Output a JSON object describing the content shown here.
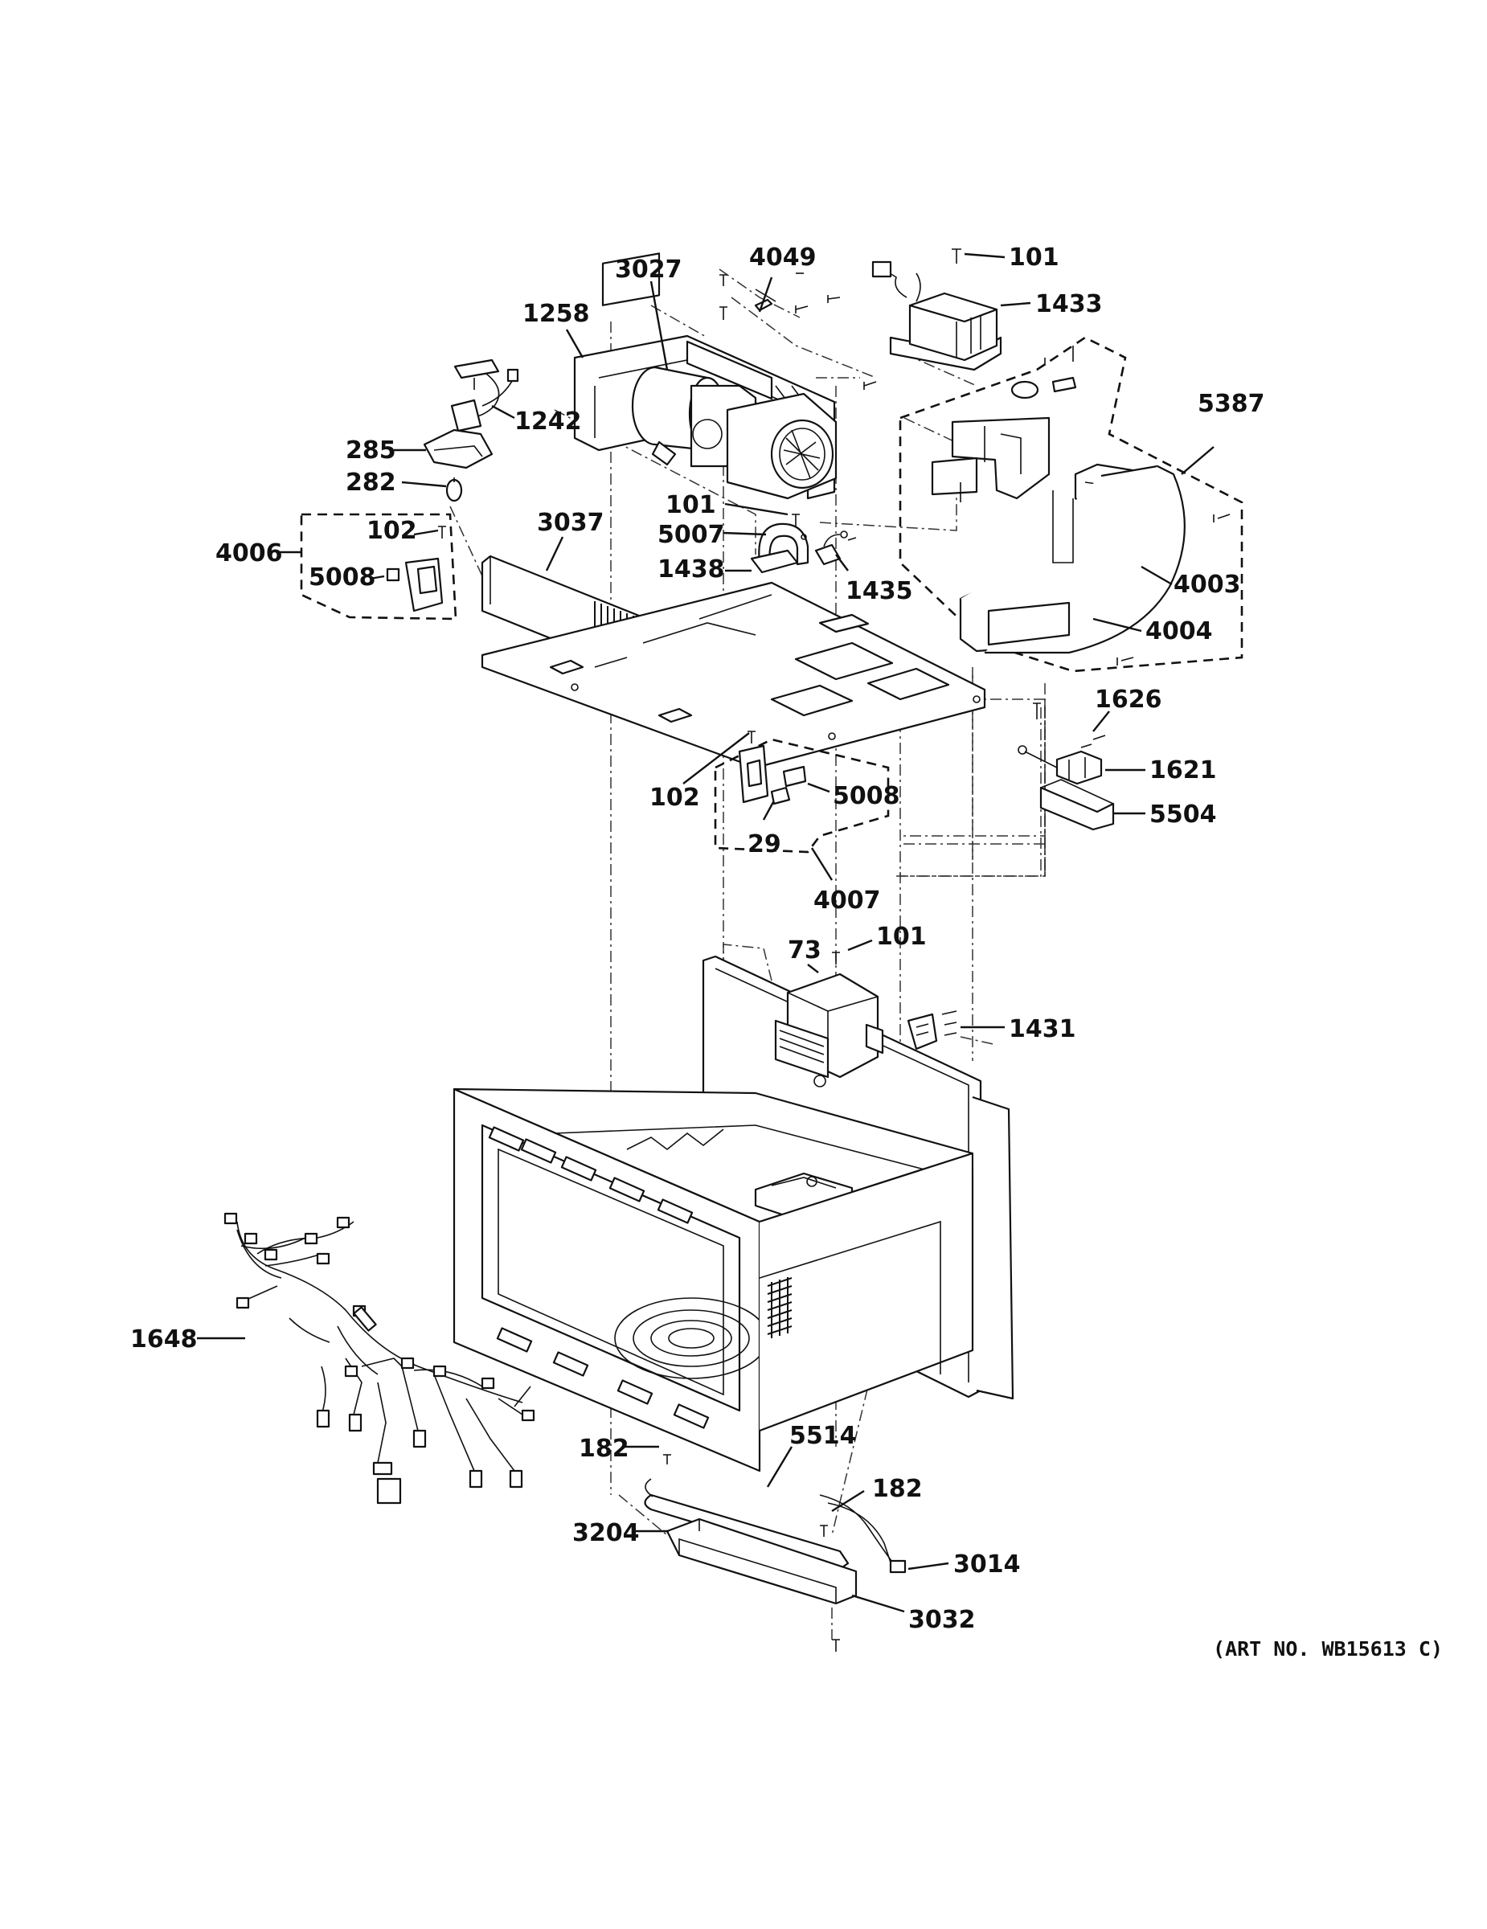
{
  "art_number": "(ART NO. WB15613 C)",
  "callouts": [
    {
      "id": "c101a",
      "text": "101"
    },
    {
      "id": "c1433",
      "text": "1433"
    },
    {
      "id": "c4049",
      "text": "4049"
    },
    {
      "id": "c3027",
      "text": "3027"
    },
    {
      "id": "c1258",
      "text": "1258"
    },
    {
      "id": "c5387",
      "text": "5387"
    },
    {
      "id": "c1242",
      "text": "1242"
    },
    {
      "id": "c285",
      "text": "285"
    },
    {
      "id": "c282",
      "text": "282"
    },
    {
      "id": "c101b",
      "text": "101"
    },
    {
      "id": "c102a",
      "text": "102"
    },
    {
      "id": "c3037",
      "text": "3037"
    },
    {
      "id": "c5007",
      "text": "5007"
    },
    {
      "id": "c4006",
      "text": "4006"
    },
    {
      "id": "c5008a",
      "text": "5008"
    },
    {
      "id": "c1438",
      "text": "1438"
    },
    {
      "id": "c1435",
      "text": "1435"
    },
    {
      "id": "c4003",
      "text": "4003"
    },
    {
      "id": "c4004",
      "text": "4004"
    },
    {
      "id": "c1626",
      "text": "1626"
    },
    {
      "id": "c1621",
      "text": "1621"
    },
    {
      "id": "c102b",
      "text": "102"
    },
    {
      "id": "c5008b",
      "text": "5008"
    },
    {
      "id": "c5504",
      "text": "5504"
    },
    {
      "id": "c29",
      "text": "29"
    },
    {
      "id": "c4007",
      "text": "4007"
    },
    {
      "id": "c73",
      "text": "73"
    },
    {
      "id": "c101c",
      "text": "101"
    },
    {
      "id": "c1431",
      "text": "1431"
    },
    {
      "id": "c1648",
      "text": "1648"
    },
    {
      "id": "c182a",
      "text": "182"
    },
    {
      "id": "c5514",
      "text": "5514"
    },
    {
      "id": "c182b",
      "text": "182"
    },
    {
      "id": "c3204",
      "text": "3204"
    },
    {
      "id": "c3014",
      "text": "3014"
    },
    {
      "id": "c3032",
      "text": "3032"
    }
  ]
}
